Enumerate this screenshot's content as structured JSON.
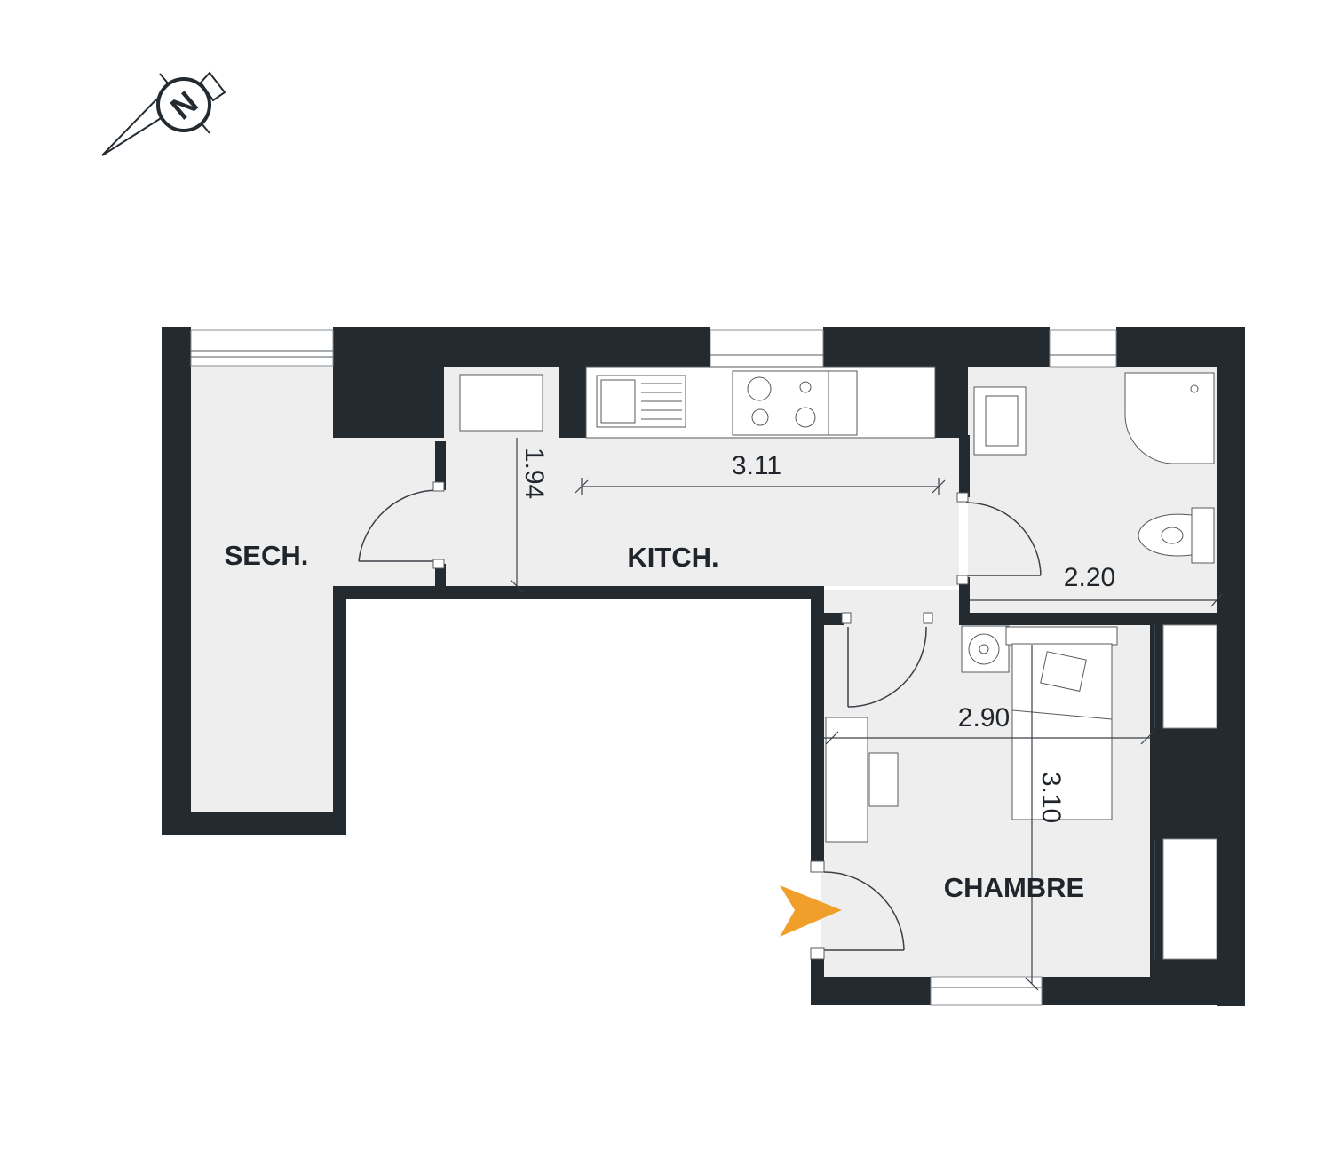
{
  "rooms": {
    "sech": "SECH.",
    "kitch": "KITCH.",
    "chambre": "CHAMBRE"
  },
  "dimensions": {
    "kitchen_height": "1.94",
    "kitchen_width": "3.11",
    "bath_width": "2.20",
    "bedroom_width": "2.90",
    "bedroom_height": "3.10"
  },
  "compass": {
    "letter": "N",
    "icon": "north-compass-icon"
  },
  "entrance": {
    "icon": "entrance-arrow-icon",
    "color": "#f0a02a"
  },
  "colors": {
    "wall": "#232a30",
    "floor": "#eeeeef"
  }
}
